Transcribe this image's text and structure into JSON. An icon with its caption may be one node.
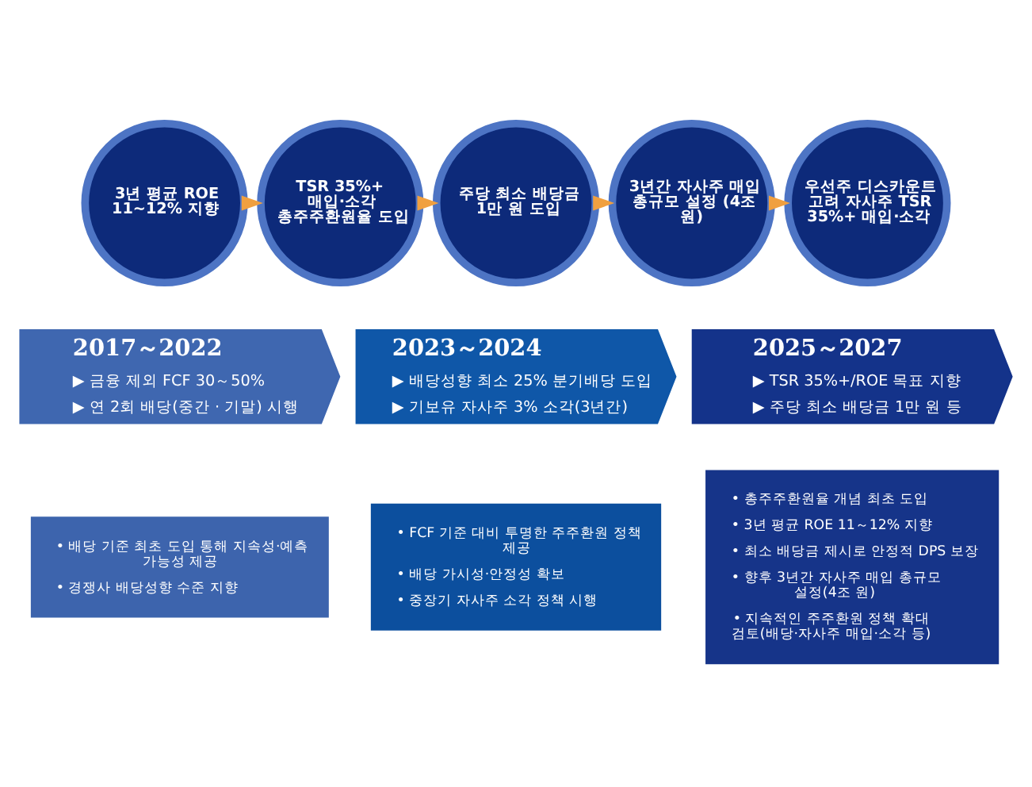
{
  "diagram": {
    "nodes": [
      {
        "text": [
          "3년 평균 ROE 11~12% 지향"
        ]
      },
      {
        "text": [
          "TSR 35%+ 매입·소각 총주주환원율 도입"
        ]
      },
      {
        "text": [
          "주당 최소 배당금 1만 원 도입"
        ]
      },
      {
        "text": [
          "3년간 자사주 매입 총규모 설정 (4조 원)"
        ]
      },
      {
        "text": [
          "우선주 디스카운트 고려 자사주 TSR 35%+ 매입·소각"
        ]
      },
      {
        "text": [
          "2017～2022",
          "▶ 금융 제외 FCF 30～50%",
          "▶ 연 2회 배당(중간 · 기말) 시행"
        ]
      },
      {
        "text": [
          "• 배당 기준 최초 도입 통해 지속성·예측 가능성 제공",
          "• 경쟁사 배당성향 수준 지향"
        ]
      },
      {
        "text": [
          "2023～2024",
          "▶ 배당성향 최소 25% 분기배당 도입",
          "▶ 기보유 자사주 3% 소각(3년간)"
        ]
      },
      {
        "text": [
          "• FCF 기준 대비 투명한 주주환원 정책 제공",
          "• 배당 가시성·안정성 확보",
          "• 중장기 자사주 소각 정책 시행"
        ]
      },
      {
        "text": [
          "2025～2027",
          "▶ TSR 35%+/ROE 목표 지향",
          "▶ 주당 최소 배당금 1만 원 등"
        ]
      },
      {
        "text": [
          "• 총주주환원율 개념 최초 도입",
          "• 3년 평균 ROE 11～12% 지향",
          "• 최소 배당금 제시로 안정적 DPS 보장",
          "• 향후 3년간 자사주 매입 총규모 설정(4조 원)",
          "• 지속적인 주주환원 정책 확대 검토(배당·자사주 매입·소각 등)"
        ]
      }
    ],
    "edges": [
      {
        "from": 0,
        "to": 1,
        "arrow": "to"
      },
      {
        "from": 1,
        "to": 2,
        "arrow": "to"
      },
      {
        "from": 2,
        "to": 3,
        "arrow": "to"
      },
      {
        "from": 3,
        "to": 4,
        "arrow": "to"
      }
    ]
  }
}
